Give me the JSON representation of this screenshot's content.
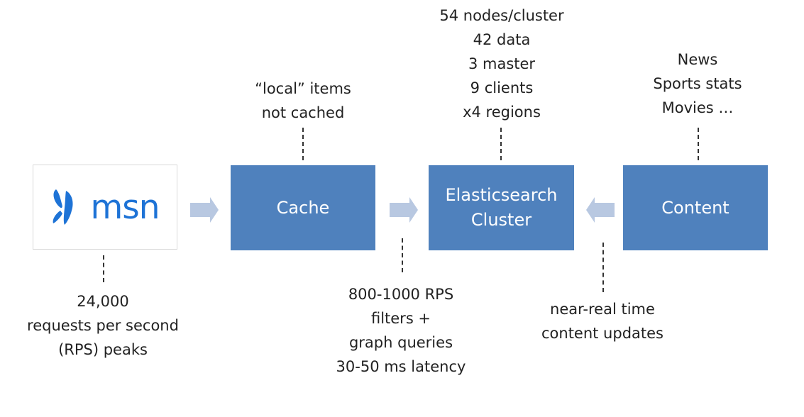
{
  "logo": {
    "text": "msn",
    "color": "#1e73d6"
  },
  "boxes": {
    "cache": {
      "label": "Cache"
    },
    "elasticsearch": {
      "line1": "Elasticsearch",
      "line2": "Cluster"
    },
    "content": {
      "label": "Content"
    }
  },
  "notes": {
    "local_items": {
      "line1": "“local” items",
      "line2": "not cached"
    },
    "cluster_stats": {
      "line1": "54 nodes/cluster",
      "line2": "42 data",
      "line3": "3 master",
      "line4": "9 clients",
      "line5": "x4 regions"
    },
    "content_types": {
      "line1": "News",
      "line2": "Sports stats",
      "line3": "Movies …"
    },
    "msn_traffic": {
      "line1": "24,000",
      "line2": "requests per second",
      "line3": "(RPS) peaks"
    },
    "query_load": {
      "line1": "800-1000 RPS",
      "line2": "filters +",
      "line3": "graph queries",
      "line4": "30-50 ms latency"
    },
    "updates": {
      "line1": "near-real time",
      "line2": "content updates"
    }
  },
  "colors": {
    "box_fill": "#4f81bd",
    "arrow_fill": "#b8c8e1",
    "dash": "#333333"
  }
}
